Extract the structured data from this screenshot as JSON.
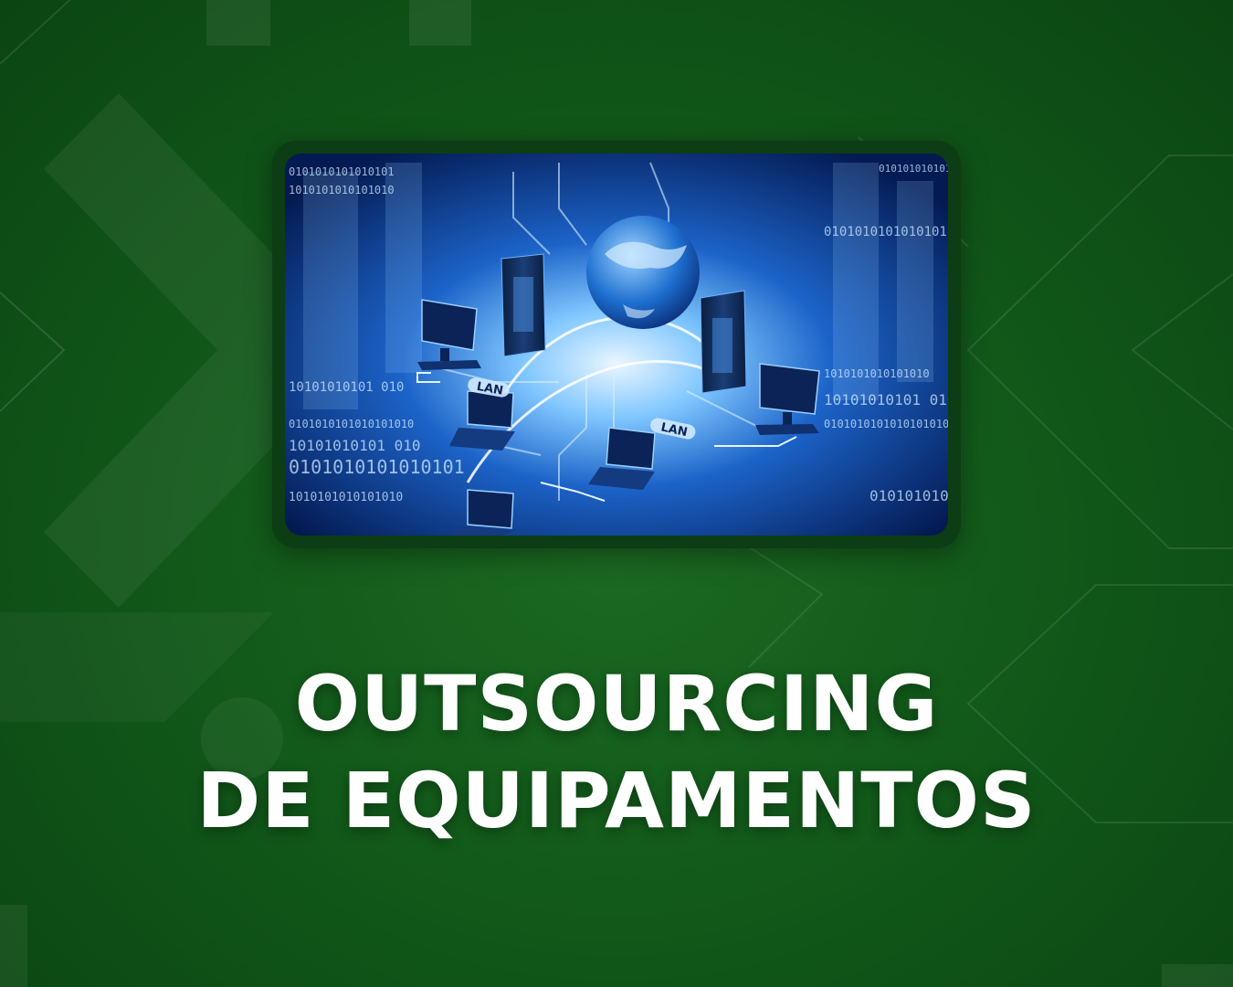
{
  "headline": {
    "line1": "OUTSOURCING",
    "line2": "DE EQUIPAMENTOS"
  },
  "illustration": {
    "network_labels": [
      "LAN",
      "LAN"
    ],
    "binary_text": [
      "0101010101010101",
      "10101010101 010",
      "1010101010101010",
      "0101010101010101010"
    ]
  },
  "colors": {
    "background": "#125a1a",
    "card_frame": "#0d3d14",
    "headline_text": "#ffffff",
    "image_blue": "#1e6fd0"
  }
}
